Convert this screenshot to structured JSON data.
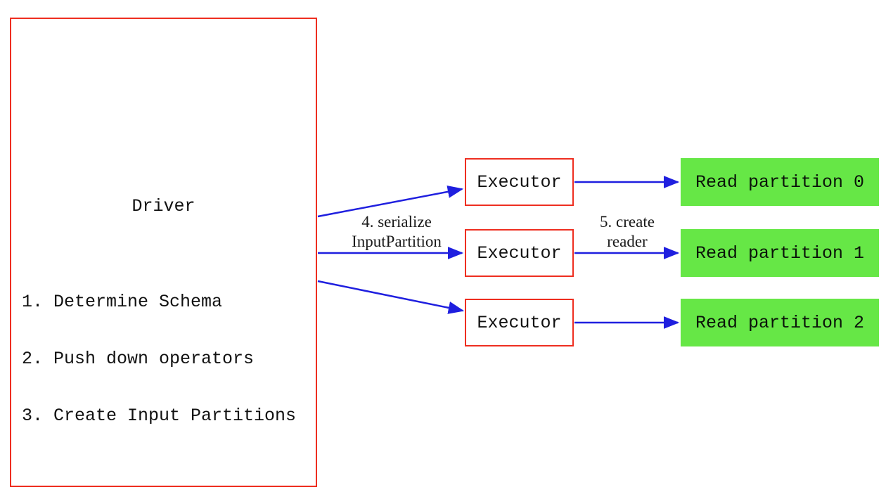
{
  "diagram": {
    "driver": {
      "title": "Driver",
      "steps": [
        "1. Determine Schema",
        "2. Push down operators",
        "3. Create Input Partitions"
      ]
    },
    "executors": [
      "Executor",
      "Executor",
      "Executor"
    ],
    "partitions": [
      "Read partition 0",
      "Read partition 1",
      "Read partition 2"
    ],
    "edge_labels": {
      "serialize_line1": "4. serialize",
      "serialize_line2": "InputPartition",
      "reader_line1": "5. create",
      "reader_line2": "reader"
    },
    "colors": {
      "box_border_red": "#ee2e20",
      "partition_green": "#66e746",
      "arrow_blue": "#1f1fdf",
      "background": "#ffffff"
    }
  }
}
